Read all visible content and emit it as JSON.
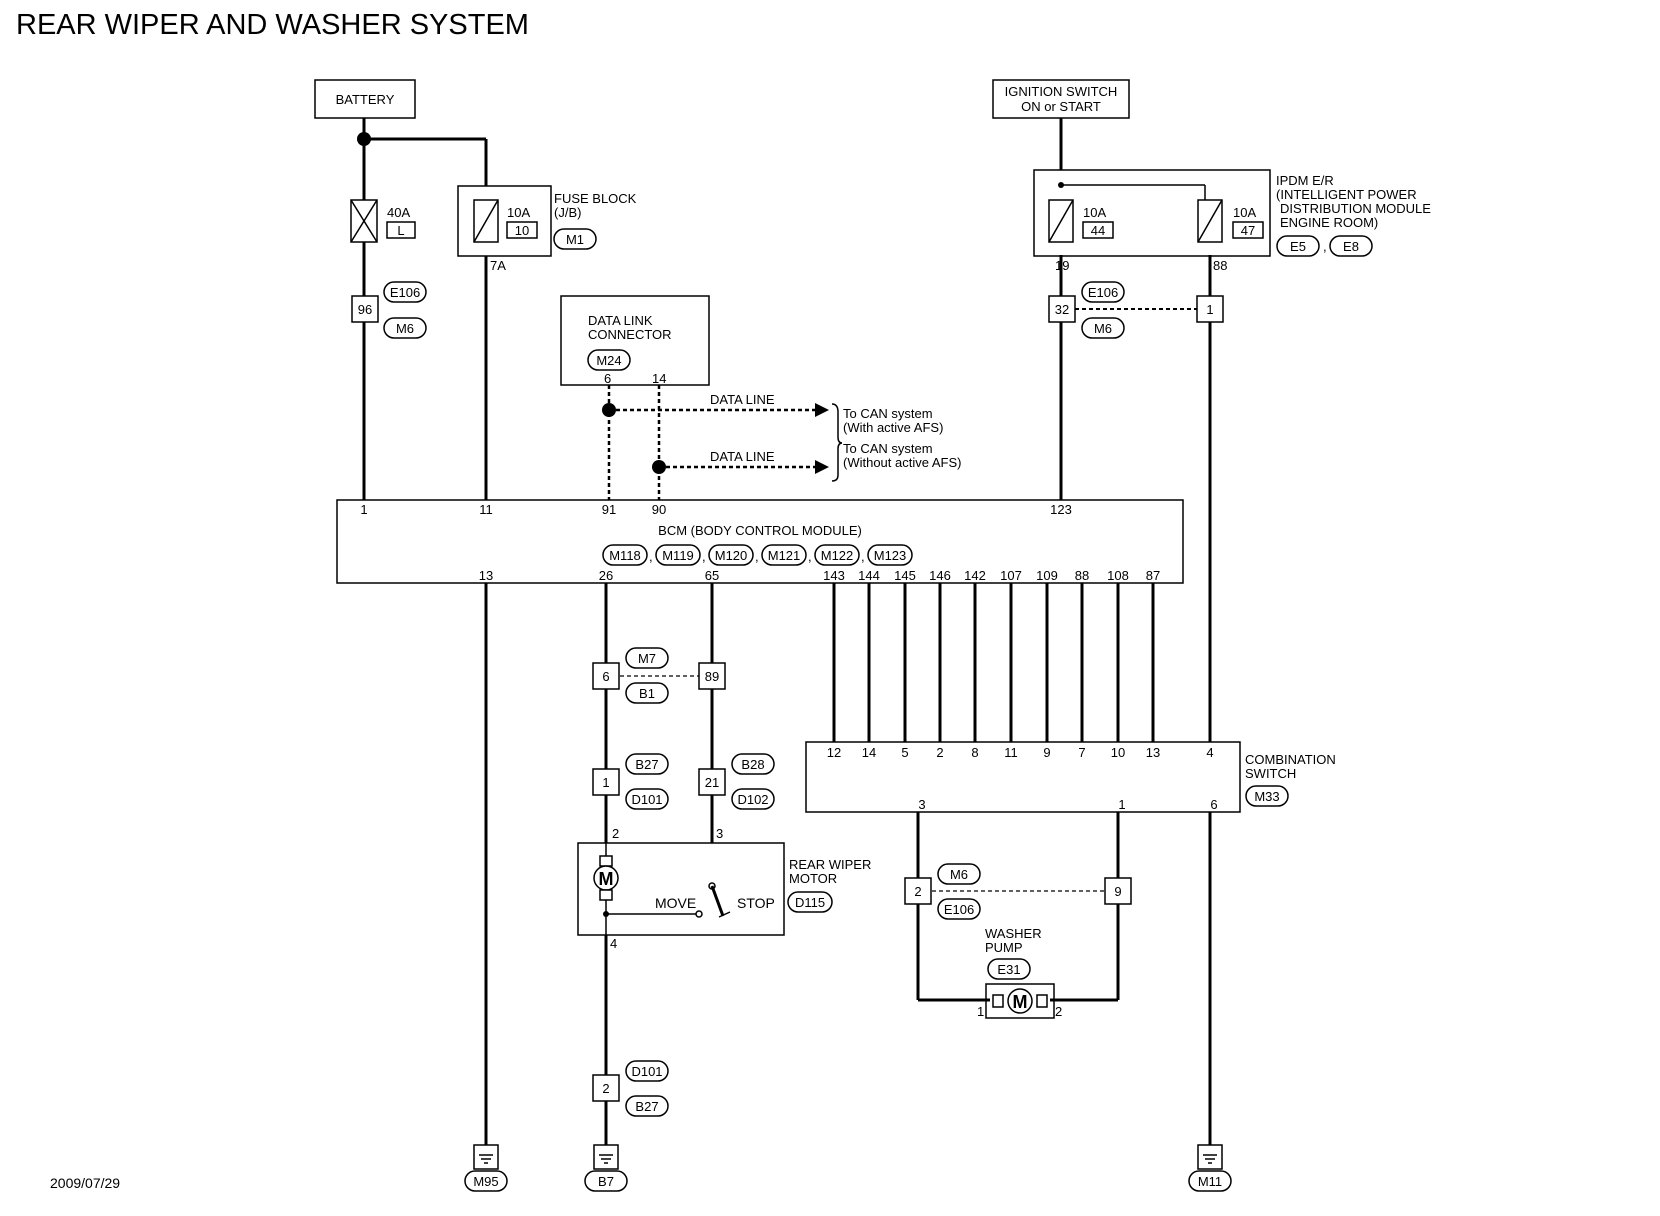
{
  "title": "REAR WIPER AND WASHER SYSTEM",
  "date": "2009/07/29",
  "battery": "BATTERY",
  "ignition": {
    "line1": "IGNITION SWITCH",
    "line2": "ON or START"
  },
  "fuse_main": {
    "amp": "40A",
    "id": "L"
  },
  "fuse_block": {
    "amp": "10A",
    "id": "10",
    "label1": "FUSE BLOCK",
    "label2": "(J/B)",
    "conn": "M1",
    "pin": "7A"
  },
  "ipdm": {
    "label1": "IPDM E/R",
    "label2": "(INTELLIGENT POWER",
    "label3": "DISTRIBUTION MODULE",
    "label4": "ENGINE ROOM)",
    "conn1": "E5",
    "conn2": "E8",
    "fuse1": {
      "amp": "10A",
      "id": "44",
      "pin": "19"
    },
    "fuse2": {
      "amp": "10A",
      "id": "47",
      "pin": "88"
    }
  },
  "joints": {
    "j96": {
      "pin": "96",
      "top": "E106",
      "bot": "M6"
    },
    "j32": {
      "pin": "32",
      "top": "E106",
      "bot": "M6"
    },
    "j1": {
      "pin": "1"
    },
    "j6": {
      "pin": "6",
      "top": "M7",
      "bot": "B1"
    },
    "j89": {
      "pin": "89"
    },
    "j1b": {
      "pin": "1",
      "top": "B27",
      "bot": "D101"
    },
    "j21": {
      "pin": "21",
      "top": "B28",
      "bot": "D102"
    },
    "j2w": {
      "pin": "2",
      "top": "M6",
      "bot": "E106"
    },
    "j9": {
      "pin": "9"
    },
    "j2g": {
      "pin": "2",
      "top": "D101",
      "bot": "B27"
    }
  },
  "dlc": {
    "label1": "DATA LINK",
    "label2": "CONNECTOR",
    "conn": "M24",
    "pin1": "6",
    "pin2": "14"
  },
  "data_line": "DATA LINE",
  "can1": {
    "line1": "To CAN system",
    "line2": "(With active AFS)"
  },
  "can2": {
    "line1": "To CAN system",
    "line2": "(Without active AFS)"
  },
  "bcm": {
    "label": "BCM (BODY CONTROL MODULE)",
    "conns": [
      "M118",
      "M119",
      "M120",
      "M121",
      "M122",
      "M123"
    ],
    "sep": ",",
    "top_pins": [
      "1",
      "11",
      "91",
      "90",
      "123"
    ],
    "bot_pins": [
      "13",
      "26",
      "65",
      "143",
      "144",
      "145",
      "146",
      "142",
      "107",
      "109",
      "88",
      "108",
      "87"
    ]
  },
  "combo": {
    "label1": "COMBINATION",
    "label2": "SWITCH",
    "conn": "M33",
    "top_pins": [
      "12",
      "14",
      "5",
      "2",
      "8",
      "11",
      "9",
      "7",
      "10",
      "13",
      "4"
    ],
    "bot_pins": [
      "3",
      "1",
      "6"
    ]
  },
  "wiper_motor": {
    "label1": "REAR WIPER",
    "label2": "MOTOR",
    "conn": "D115",
    "pin_a": "2",
    "pin_b": "3",
    "pin_c": "4",
    "move": "MOVE",
    "stop": "STOP",
    "symbol": "M"
  },
  "washer": {
    "label1": "WASHER",
    "label2": "PUMP",
    "conn": "E31",
    "pin1": "1",
    "pin2": "2",
    "symbol": "M"
  },
  "grounds": [
    "M95",
    "B7",
    "M11"
  ]
}
